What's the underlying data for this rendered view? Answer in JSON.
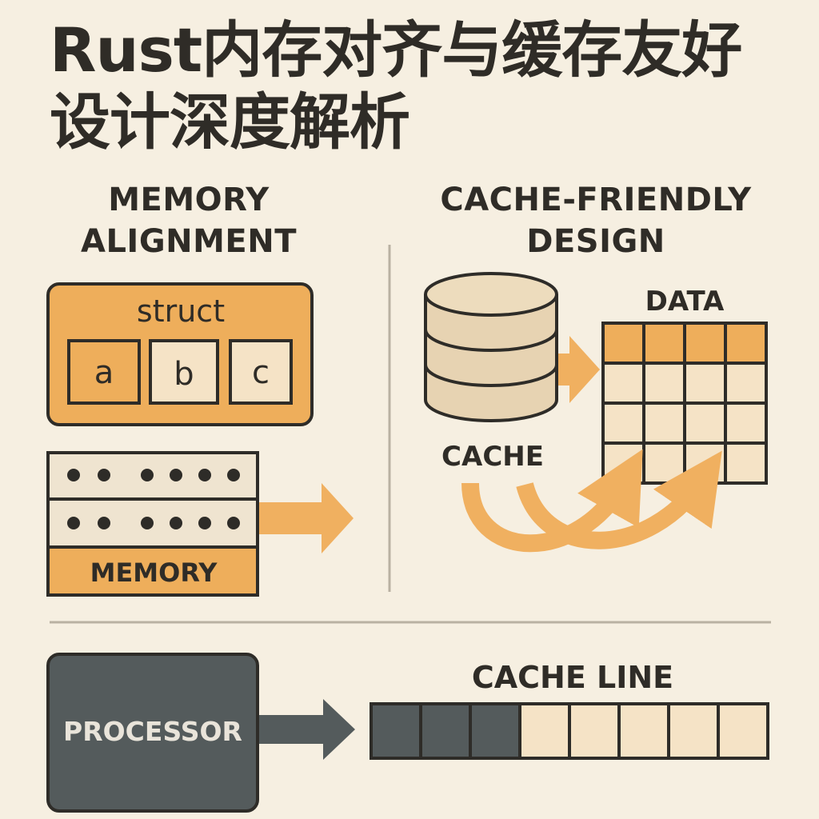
{
  "title": {
    "line1": "Rust内存对齐与缓存友好",
    "line2": "设计深度解析"
  },
  "left": {
    "heading_line1": "MEMORY",
    "heading_line2": "ALIGNMENT",
    "struct_label": "struct",
    "fields": [
      "a",
      "b",
      "c"
    ],
    "memory_label": "MEMORY"
  },
  "right": {
    "heading_line1": "CACHE-FRIENDLY",
    "heading_line2": "DESIGN",
    "cache_label": "CACHE",
    "data_label": "DATA"
  },
  "bottom": {
    "processor_label": "PROCESSOR",
    "cache_line_label": "CACHE LINE",
    "cache_line_filled": 3,
    "cache_line_total": 8
  },
  "colors": {
    "background": "#f6efe1",
    "accent_orange": "#eeae5b",
    "light_cell": "#f5e3c6",
    "dark_slate": "#545b5c",
    "outline": "#2e2c28",
    "arrow_orange": "#f0b060"
  }
}
